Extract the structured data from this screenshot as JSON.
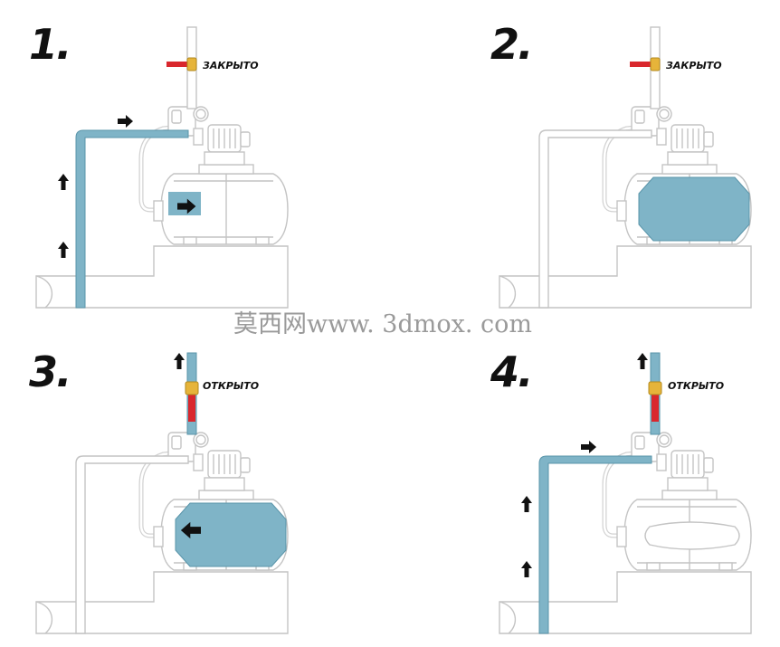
{
  "steps": [
    {
      "number": "1.",
      "valve_state": "ЗАКРЫТО"
    },
    {
      "number": "2.",
      "valve_state": "ЗАКРЫТО"
    },
    {
      "number": "3.",
      "valve_state": "ОТКРЫТО"
    },
    {
      "number": "4.",
      "valve_state": "ОТКРЫТО"
    }
  ],
  "watermark": "莫西网www. 3dmox. com",
  "colors": {
    "water": "#7fb4c7",
    "water_dark": "#5a95aa",
    "valve": "#d9272d",
    "valve_fitting": "#e6b43a",
    "outline": "#c8c8c8"
  },
  "icons": [
    "pump-icon",
    "pressure-tank-icon",
    "valve-icon",
    "flow-arrow-icon"
  ]
}
